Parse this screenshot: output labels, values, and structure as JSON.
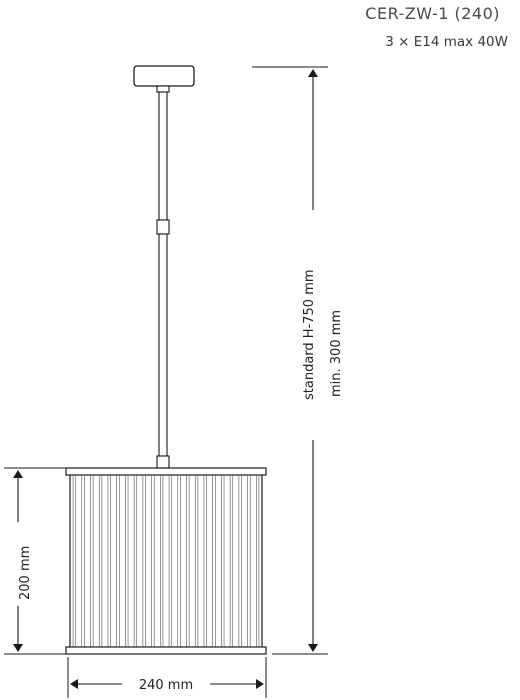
{
  "product": {
    "model": "CER-ZW-1 (240)",
    "spec": "3 × E14 max 40W"
  },
  "dimensions": {
    "height_standard": "standard H-750 mm",
    "height_min": "min. 300 mm",
    "shade_height": "200 mm",
    "shade_width": "240 mm"
  },
  "colors": {
    "line": "#1a1a1a",
    "text": "#3a3a3a"
  }
}
